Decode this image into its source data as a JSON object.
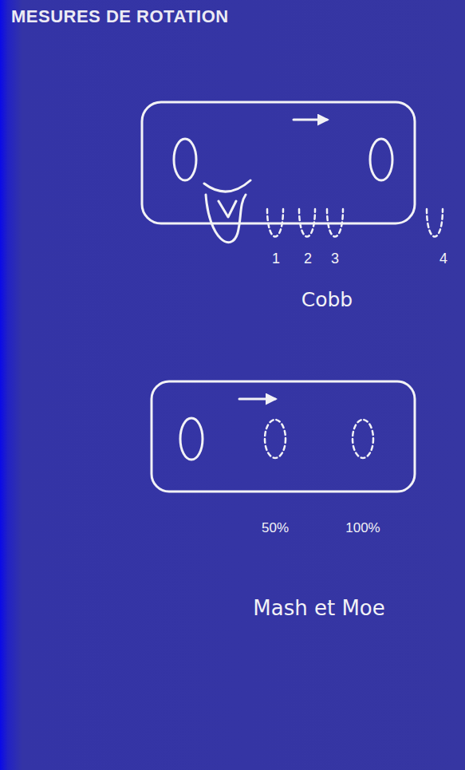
{
  "diagram": {
    "title": "MESURES DE ROTATION",
    "labels": [
      "1",
      "2",
      "3",
      "4",
      "Cobb",
      "50%",
      "100%",
      "Mash et Moe"
    ]
  }
}
